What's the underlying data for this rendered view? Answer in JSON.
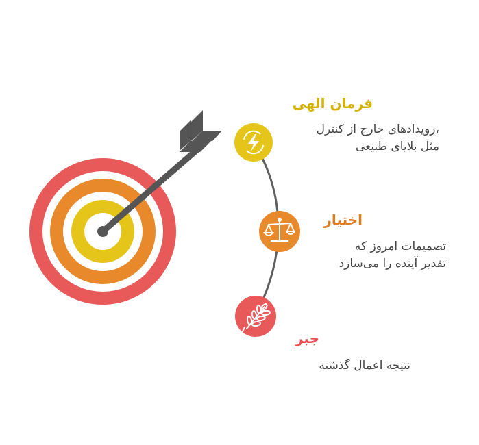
{
  "colors": {
    "outer_ring": "#e85a5a",
    "middle_ring": "#e8892c",
    "inner_ring": "#e5c51a",
    "arrow": "#555555",
    "arc": "#5f5f5f",
    "divine_title": "#d6b100",
    "choice_title": "#e07b1c",
    "fate_title": "#e8514f"
  },
  "items": [
    {
      "title": "فرمان الهی",
      "icon": "lightning-icon",
      "desc_lines": [
        "،رویدادهای خارج از کنترل",
        "مثل بلایای طبیعی"
      ]
    },
    {
      "title": "اختیار",
      "icon": "scales-icon",
      "desc_lines": [
        "تصمیمات امروز که",
        "تقدیر آینده را می‌سازد"
      ]
    },
    {
      "title": "جبر",
      "icon": "wheat-icon",
      "desc_lines": [
        "نتیجه اعمال گذشته"
      ]
    }
  ]
}
